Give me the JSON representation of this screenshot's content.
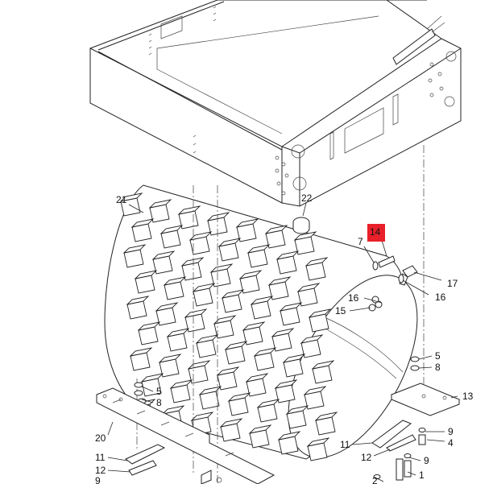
{
  "diagram": {
    "labels": [
      {
        "id": "callout-21",
        "text": "21"
      },
      {
        "id": "callout-22",
        "text": "22"
      },
      {
        "id": "callout-14",
        "text": "14",
        "highlighted": true
      },
      {
        "id": "callout-7",
        "text": "7"
      },
      {
        "id": "callout-17",
        "text": "17"
      },
      {
        "id": "callout-16a",
        "text": "16"
      },
      {
        "id": "callout-16b",
        "text": "16"
      },
      {
        "id": "callout-15",
        "text": "15"
      },
      {
        "id": "callout-5a",
        "text": "5"
      },
      {
        "id": "callout-8a",
        "text": "8"
      },
      {
        "id": "callout-13",
        "text": "13"
      },
      {
        "id": "callout-9a",
        "text": "9"
      },
      {
        "id": "callout-4",
        "text": "4"
      },
      {
        "id": "callout-11a",
        "text": "11"
      },
      {
        "id": "callout-12a",
        "text": "12"
      },
      {
        "id": "callout-9b",
        "text": "9"
      },
      {
        "id": "callout-1",
        "text": "1"
      },
      {
        "id": "callout-2",
        "text": "2"
      },
      {
        "id": "callout-5b",
        "text": "5"
      },
      {
        "id": "callout-8b",
        "text": "8"
      },
      {
        "id": "callout-20",
        "text": "20"
      },
      {
        "id": "callout-11b",
        "text": "11"
      },
      {
        "id": "callout-12b",
        "text": "12"
      },
      {
        "id": "callout-9c",
        "text": "9"
      }
    ],
    "highlight_color": "#e8202a"
  }
}
